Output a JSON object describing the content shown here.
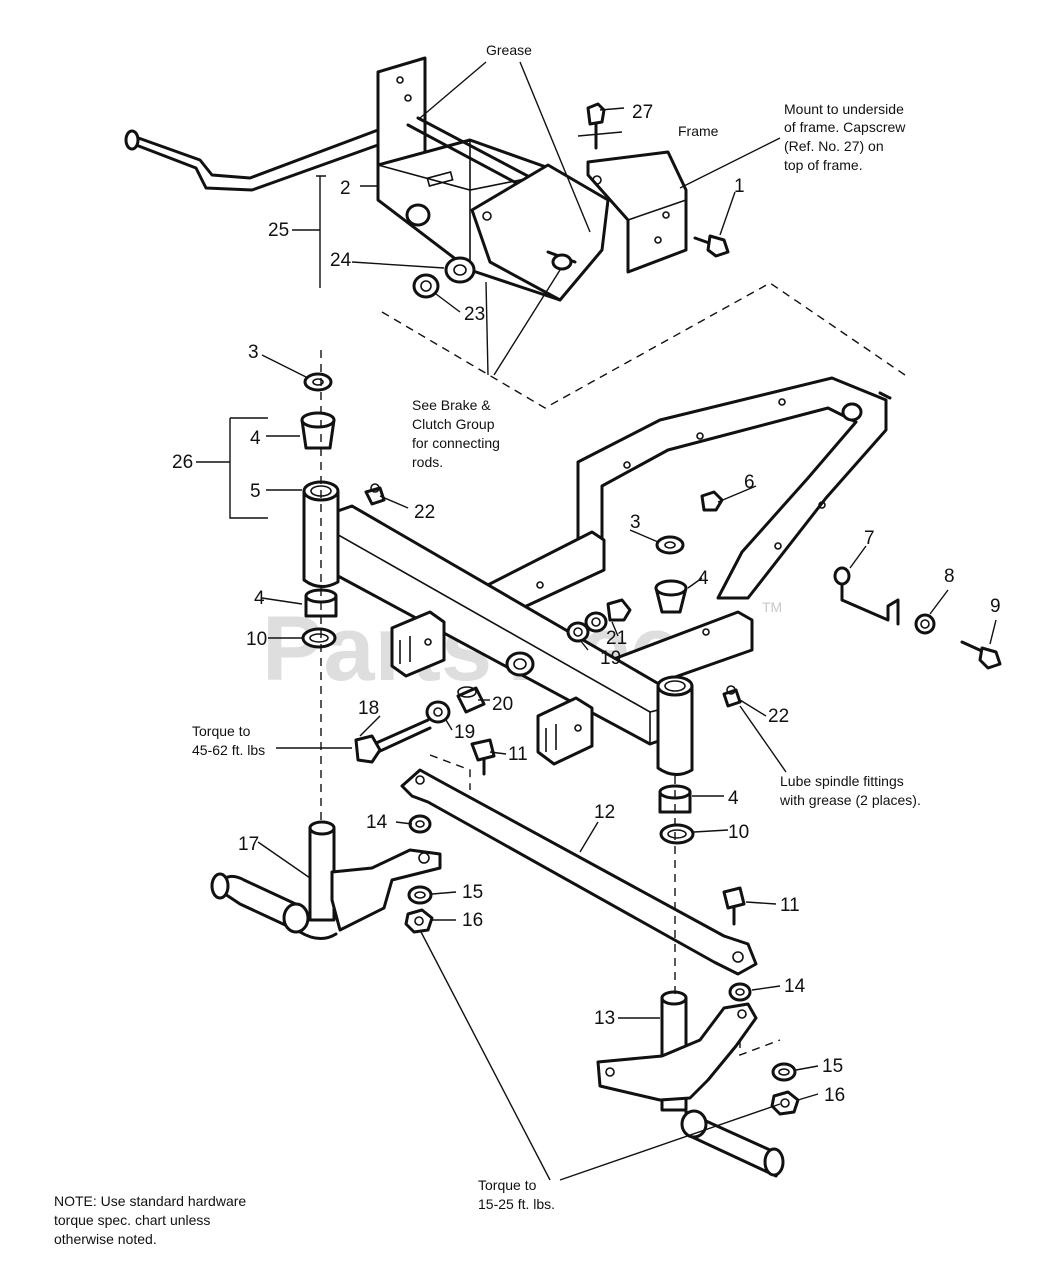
{
  "watermark": {
    "text": "PartsTree",
    "tm": "TM"
  },
  "annotations": {
    "grease": "Grease",
    "frame": "Frame",
    "mount": [
      "Mount to underside",
      "of frame. Capscrew",
      "(Ref. No. 27) on",
      "top of frame."
    ],
    "see_brake": [
      "See Brake &",
      "Clutch Group",
      "for connecting",
      "rods."
    ],
    "torque_45": [
      "Torque to",
      "45-62 ft. lbs"
    ],
    "lube": [
      "Lube spindle fittings",
      "with grease (2 places)."
    ],
    "torque_15": [
      "Torque to",
      "15-25 ft. lbs."
    ],
    "note": [
      "NOTE: Use standard hardware",
      "torque spec. chart unless",
      "otherwise noted."
    ]
  },
  "callouts": {
    "c1": "1",
    "c2": "2",
    "c3a": "3",
    "c3b": "3",
    "c4a": "4",
    "c4b": "4",
    "c4c": "4",
    "c4d": "4",
    "c5": "5",
    "c6": "6",
    "c7": "7",
    "c8": "8",
    "c9": "9",
    "c10a": "10",
    "c10b": "10",
    "c11a": "11",
    "c11b": "11",
    "c12": "12",
    "c13": "13",
    "c14a": "14",
    "c14b": "14",
    "c15a": "15",
    "c15b": "15",
    "c16a": "16",
    "c16b": "16",
    "c17": "17",
    "c18": "18",
    "c19a": "19",
    "c19b": "19",
    "c20": "20",
    "c21": "21",
    "c22a": "22",
    "c22b": "22",
    "c23": "23",
    "c24": "24",
    "c25": "25",
    "c26": "26",
    "c27": "27"
  }
}
